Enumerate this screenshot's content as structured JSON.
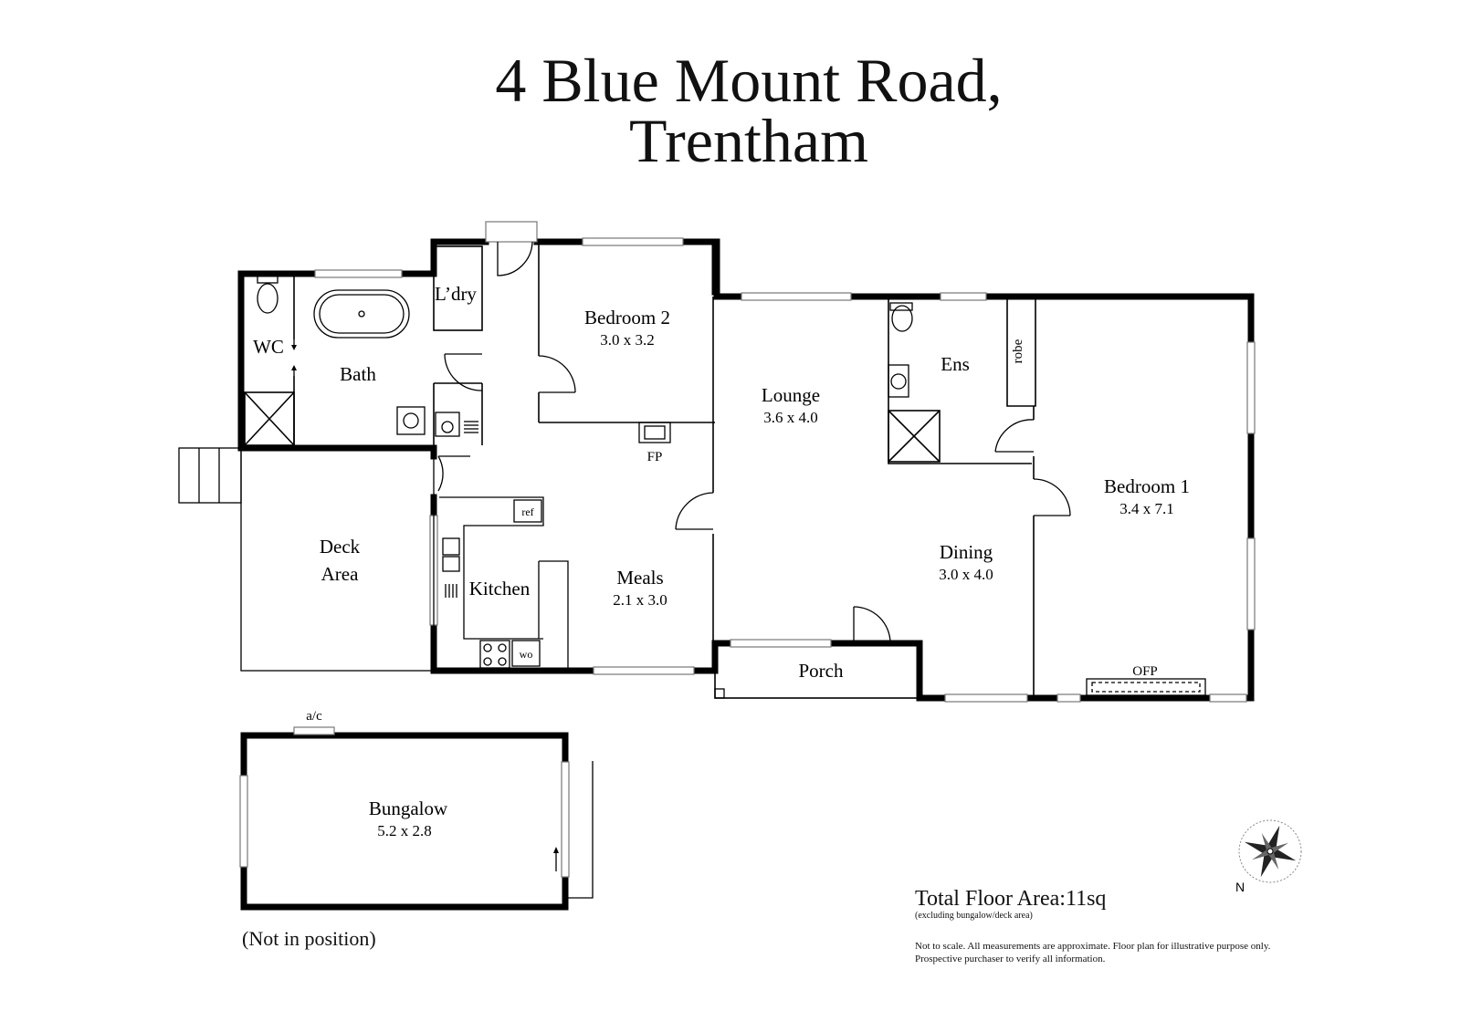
{
  "title": {
    "line1": "4 Blue Mount Road,",
    "line2": "Trentham"
  },
  "rooms": {
    "bedroom2": {
      "name": "Bedroom 2",
      "dims": "3.0 x 3.2"
    },
    "lounge": {
      "name": "Lounge",
      "dims": "3.6 x 4.0"
    },
    "ensuite": {
      "name": "Ens"
    },
    "robe": {
      "name": "robe"
    },
    "bedroom1": {
      "name": "Bedroom 1",
      "dims": "3.4 x 7.1"
    },
    "laundry": {
      "name": "L’dry"
    },
    "wc": {
      "name": "WC"
    },
    "bath": {
      "name": "Bath"
    },
    "deck": {
      "name_line1": "Deck",
      "name_line2": "Area"
    },
    "kitchen": {
      "name": "Kitchen"
    },
    "meals": {
      "name": "Meals",
      "dims": "2.1 x 3.0"
    },
    "dining": {
      "name": "Dining",
      "dims": "3.0 x 4.0"
    },
    "porch": {
      "name": "Porch"
    },
    "bungalow": {
      "name": "Bungalow",
      "dims": "5.2 x 2.8"
    }
  },
  "fixtures": {
    "fireplace": "FP",
    "open_fireplace": "OFP",
    "fridge": "ref",
    "wall_oven": "wo",
    "air_conditioner": "a/c"
  },
  "summary": {
    "total_floor_area": "Total Floor Area:11sq",
    "excluding": "(excluding bungalow/deck area)",
    "not_in_position": "(Not in position)",
    "disclaimer_line1": "Not to scale. All measurements are approximate. Floor plan for illustrative purpose only.",
    "disclaimer_line2": "Prospective purchaser to verify all information."
  },
  "compass": {
    "label": "N"
  }
}
